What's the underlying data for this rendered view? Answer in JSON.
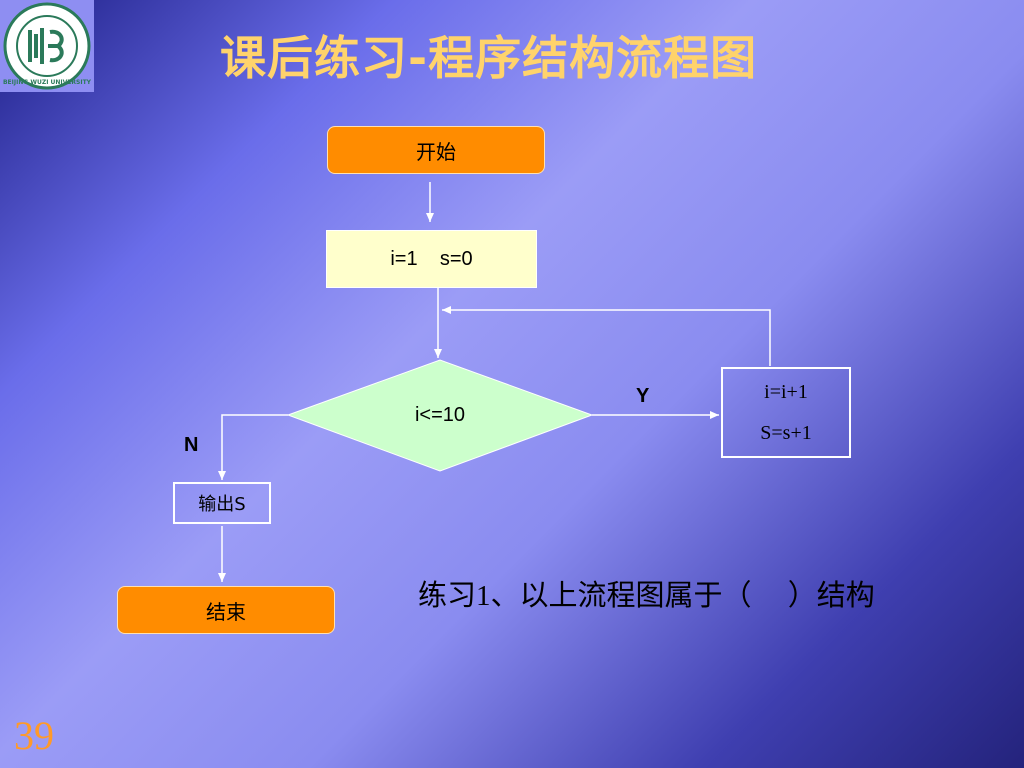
{
  "slide": {
    "title": "课后练习-程序结构流程图",
    "page_number": "39",
    "question": "练习1、以上流程图属于（     ）结构"
  },
  "logo": {
    "icon": "beijing-wuzi-university-seal",
    "text": "BEIJING WUZI UNIVERSITY"
  },
  "flowchart": {
    "start": "开始",
    "init": "i=1    s=0",
    "condition": "i<=10",
    "loop_line1": "i=i+1",
    "loop_line2": "S=s+1",
    "output": "输出S",
    "end": "结束",
    "yes_label": "Y",
    "no_label": "N"
  },
  "colors": {
    "terminal": "#ff8c00",
    "process": "#ffffcc",
    "decision": "#ccffcc",
    "title": "#ffd36b",
    "page_number": "#ff9a2a",
    "connector": "#ffffff"
  }
}
